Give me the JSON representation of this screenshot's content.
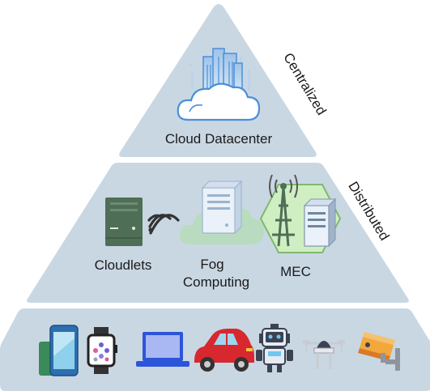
{
  "tiers": {
    "top": {
      "label": "Cloud Datacenter",
      "side_label": "Centralized"
    },
    "middle": {
      "side_label": "Distributed",
      "items": [
        {
          "label": "Cloudlets",
          "icon": "server-wifi-icon"
        },
        {
          "label": "Fog Computing",
          "line1": "Fog",
          "line2": "Computing",
          "icon": "cloud-server-icon"
        },
        {
          "label": "MEC",
          "icon": "cell-tower-server-icon"
        }
      ]
    },
    "bottom": {
      "devices": [
        "smartphone-icon",
        "smartwatch-icon",
        "laptop-icon",
        "car-icon",
        "robot-icon",
        "drone-icon",
        "security-camera-icon"
      ]
    }
  },
  "colors": {
    "tier_fill": "#c9d7e3",
    "accent_blue": "#4a8fd9",
    "server_green": "#4f6e56",
    "cloud_green": "#b9dcc0",
    "mec_hex": "#cfeec2"
  }
}
